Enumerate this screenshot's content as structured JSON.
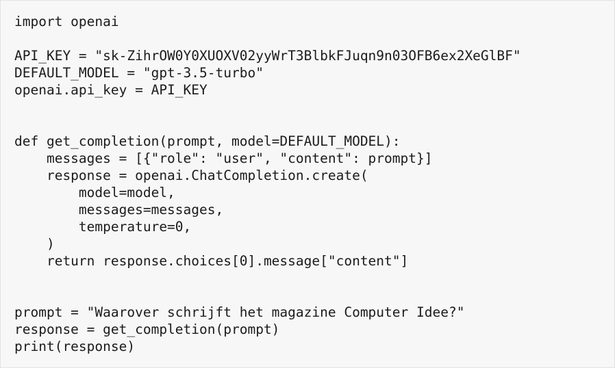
{
  "code": {
    "lines": [
      "import openai",
      "",
      "API_KEY = \"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\"",
      "DEFAULT_MODEL = \"gpt-3.5-turbo\"",
      "openai.api_key = API_KEY",
      "",
      "",
      "def get_completion(prompt, model=DEFAULT_MODEL):",
      "    messages = [{\"role\": \"user\", \"content\": prompt}]",
      "    response = openai.ChatCompletion.create(",
      "        model=model,",
      "        messages=messages,",
      "        temperature=0,",
      "    )",
      "    return response.choices[0].message[\"content\"]",
      "",
      "",
      "prompt = \"Waarover schrijft het magazine Computer Idee?\"",
      "response = get_completion(prompt)",
      "print(response)"
    ]
  }
}
